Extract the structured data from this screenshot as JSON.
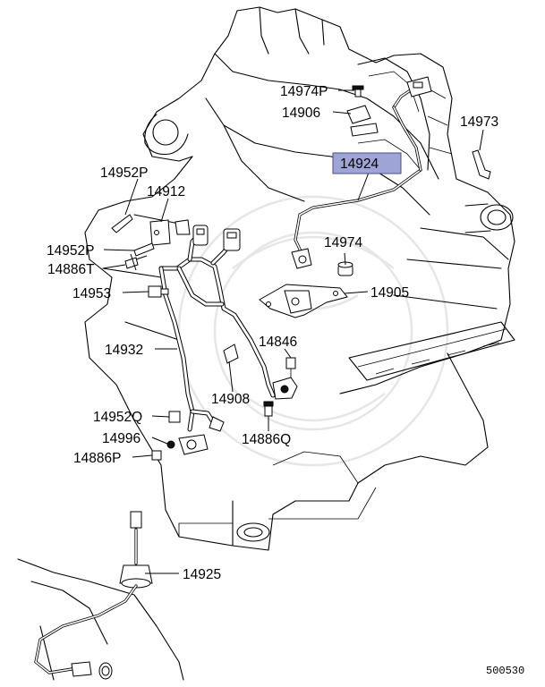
{
  "diagram_id": "500530",
  "parts": [
    {
      "id": "14974P",
      "label": "14974P"
    },
    {
      "id": "14906",
      "label": "14906"
    },
    {
      "id": "14973",
      "label": "14973"
    },
    {
      "id": "14924",
      "label": "14924",
      "highlighted": true
    },
    {
      "id": "14952P-top",
      "label": "14952P"
    },
    {
      "id": "14912",
      "label": "14912"
    },
    {
      "id": "14974",
      "label": "14974"
    },
    {
      "id": "14952P-mid",
      "label": "14952P"
    },
    {
      "id": "14886T",
      "label": "14886T"
    },
    {
      "id": "14953",
      "label": "14953"
    },
    {
      "id": "14905",
      "label": "14905"
    },
    {
      "id": "14846",
      "label": "14846"
    },
    {
      "id": "14932",
      "label": "14932"
    },
    {
      "id": "14908",
      "label": "14908"
    },
    {
      "id": "14952Q",
      "label": "14952Q"
    },
    {
      "id": "14886Q",
      "label": "14886Q"
    },
    {
      "id": "14996",
      "label": "14996"
    },
    {
      "id": "14886P",
      "label": "14886P"
    },
    {
      "id": "14925",
      "label": "14925"
    }
  ],
  "colors": {
    "highlight_fill": "#9ea4d6",
    "line": "#000000",
    "background": "#ffffff"
  }
}
